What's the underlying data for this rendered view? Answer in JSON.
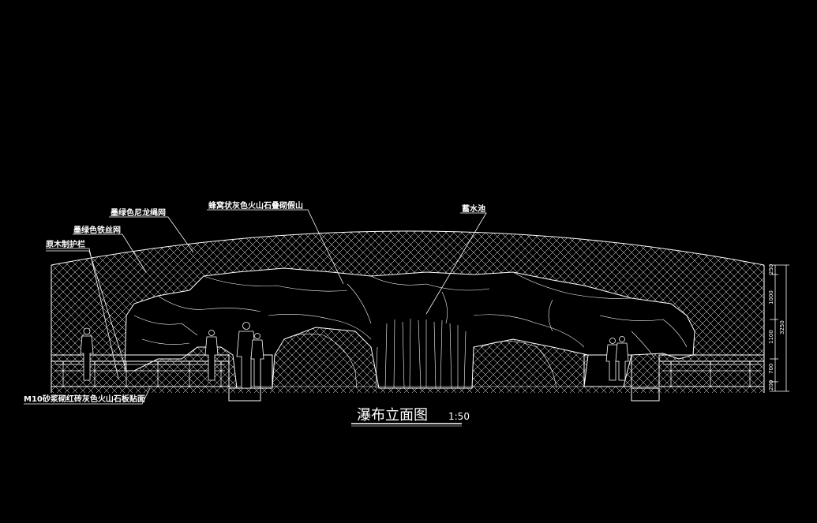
{
  "labels": {
    "nylon_net": "墨绿色尼龙绳网",
    "rockery": "蜂窝状灰色火山石叠砌假山",
    "pool": "蓄水池",
    "wire_mesh": "墨绿色铁丝网",
    "railing": "原木制护栏",
    "base_cladding": "M10砂浆砌红砖灰色火山石板贴面"
  },
  "dimensions": {
    "d1": "250",
    "d2": "1000",
    "d3": "1100",
    "d4": "700",
    "d5": "200",
    "total": "3250"
  },
  "title": {
    "text": "瀑布立面图",
    "scale": "1:50"
  },
  "colors": {
    "background": "#000000",
    "line": "#ffffff"
  }
}
